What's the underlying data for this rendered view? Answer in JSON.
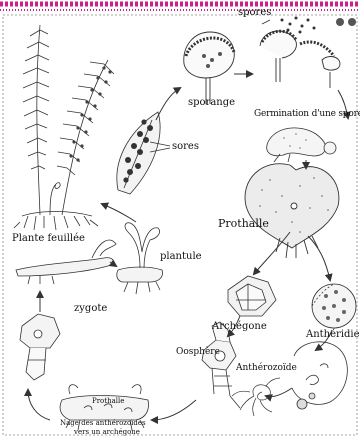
{
  "labels": {
    "spores": "spores",
    "sporange": "sporange",
    "germination": "Germination d'une spore",
    "sores": "sores",
    "prothalle": "Prothalle",
    "plante_feuillee": "Plante feuillée",
    "plantule": "plantule",
    "zygote": "zygote",
    "archegone": "Archégone",
    "antheridie": "Anthéridie",
    "oosphere": "Oosphère",
    "antherozoide": "Anthérozoïde",
    "prothalle_small": "Prothalle",
    "nage_line1": "Nage des anthérozoïdes",
    "nage_line2": "vers un archégone"
  },
  "colors": {
    "border_top": "#cc1f8a",
    "ink": "#222222",
    "arrow": "#333333"
  }
}
